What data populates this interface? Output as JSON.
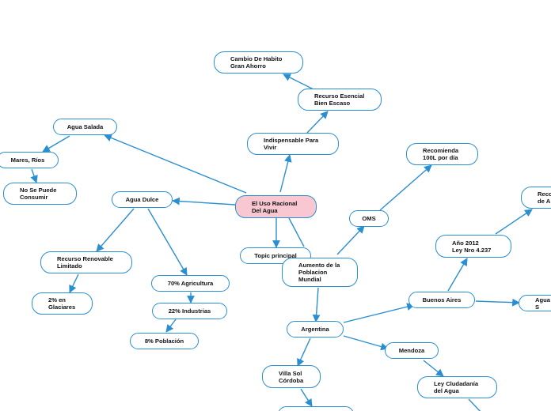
{
  "colors": {
    "line": "#2a8fd0",
    "node_border": "#2a8fd0",
    "root_fill": "#f8c7d2",
    "node_fill": "#ffffff"
  },
  "nodes": {
    "root": "El Uso Racional\nDel Agua",
    "cambio": "Cambio De Habito\nGran Ahorro",
    "recurso_esencial": "Recurso Esencial\nBien Escaso",
    "indispensable": "Indispensable Para\nVivir",
    "agua_salada": "Agua Salada",
    "mares": "Mares, Ríos",
    "no_se_puede": "No Se Puede\nConsumir",
    "agua_dulce": "Agua Dulce",
    "recurso_renovable": "Recurso Renovable\nLimitado",
    "glaciares": "2% en\nGlaciares",
    "agricultura": "70% Agricultura",
    "industrias": "22% Industrias",
    "poblacion_pct": "8% Población",
    "topic": "Topic principal",
    "aumento": "Aumento de la\nPoblacion\nMundial",
    "oms": "OMS",
    "recomienda": "Recomienda\n100L por día",
    "reco_cut": "Reco\nde A",
    "ano2012": "Año 2012\nLey Nro 4.237",
    "buenos_aires": "Buenos Aires",
    "agua_s_cut": "Agua S",
    "argentina": "Argentina",
    "mendoza": "Mendoza",
    "ley_ciudadania": "Ley Cludadanía\ndel Agua",
    "villa_sol": "Villa Sol\nCórdoba"
  }
}
